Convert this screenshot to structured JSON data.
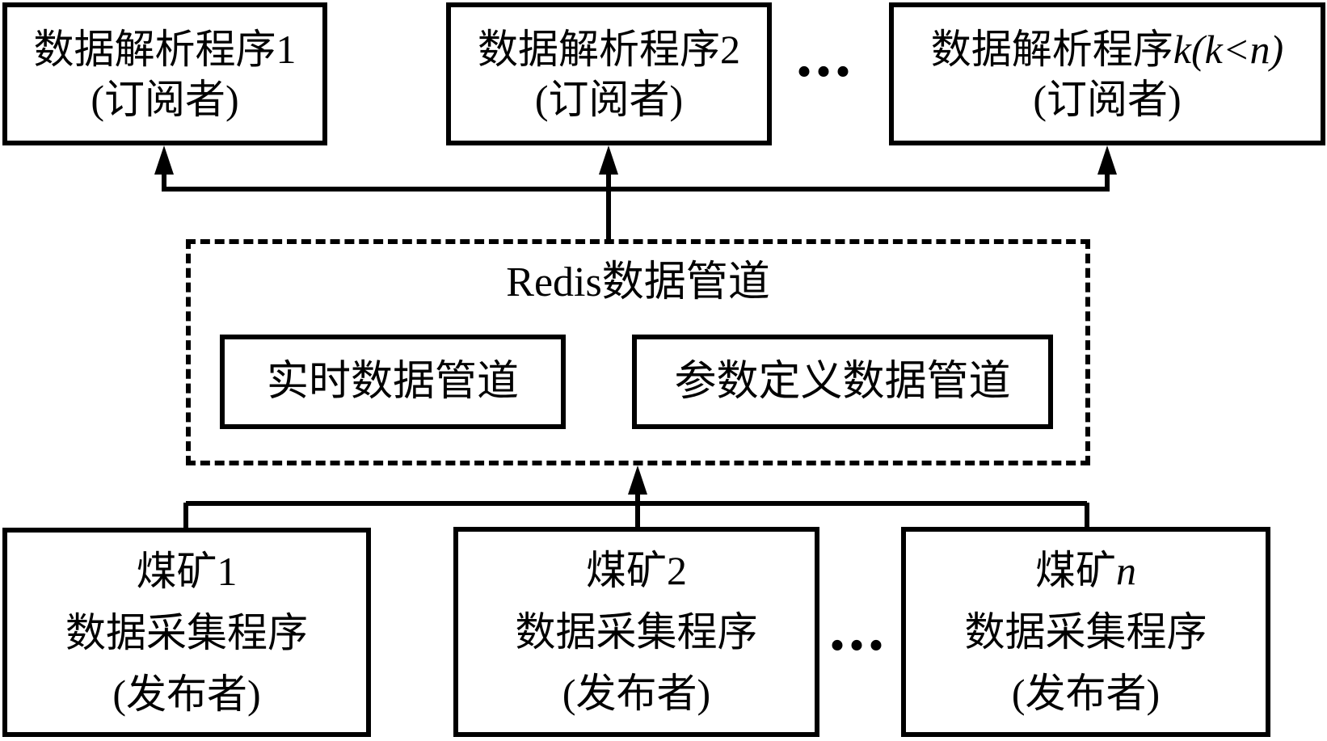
{
  "diagram": {
    "top_boxes": [
      {
        "line1": "数据解析程序1",
        "line2": "(订阅者)"
      },
      {
        "line1": "数据解析程序2",
        "line2": "(订阅者)"
      },
      {
        "line1_prefix": "数据解析程序",
        "line1_var": "k(k<n)",
        "line2": "(订阅者)"
      }
    ],
    "ellipsis_top": "...",
    "pipeline": {
      "title": "Redis数据管道",
      "channels": [
        "实时数据管道",
        "参数定义数据管道"
      ]
    },
    "bottom_boxes": [
      {
        "line1": "煤矿1",
        "line2": "数据采集程序",
        "line3": "(发布者)"
      },
      {
        "line1": "煤矿2",
        "line2": "数据采集程序",
        "line3": "(发布者)"
      },
      {
        "line1_prefix": "煤矿",
        "line1_var": "n",
        "line2": "数据采集程序",
        "line3": "(发布者)"
      }
    ],
    "ellipsis_bottom": "...",
    "colors": {
      "line": "#000000",
      "background": "#ffffff"
    }
  }
}
